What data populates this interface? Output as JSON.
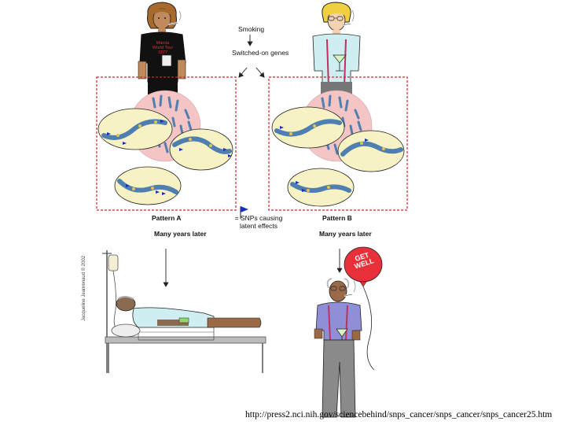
{
  "labels": {
    "smoking": "Smoking",
    "switched_on_genes": "Switched-on genes",
    "pattern_a": "Pattern A",
    "pattern_b": "Pattern B",
    "snps_legend": "= SNPs causing latent effects",
    "many_years_later": "Many years later",
    "shirt_text": "Marcia World Tour 1977",
    "balloon_text": "GET WELL",
    "copyright": "Jacqueline Jeanrenaud © 2002",
    "source_url": "http://press2.nci.nih.gov/sciencebehind/snps_cancer/snps_cancer/snps_cancer25.htm"
  },
  "colors": {
    "dashed_box": "#cc2a2a",
    "cell": "#f5c4c4",
    "chromosome_bubble": "#f7f2c4",
    "chromosome": "#4f7fb0",
    "snp_flag": "#1a2fb8",
    "balloon": "#e8303a",
    "skin": "#c08a5c",
    "sweater": "#8f8fd8",
    "pants": "#8a8a8a",
    "shirt_light": "#cfeef2",
    "bowtie": "#d0306a"
  }
}
